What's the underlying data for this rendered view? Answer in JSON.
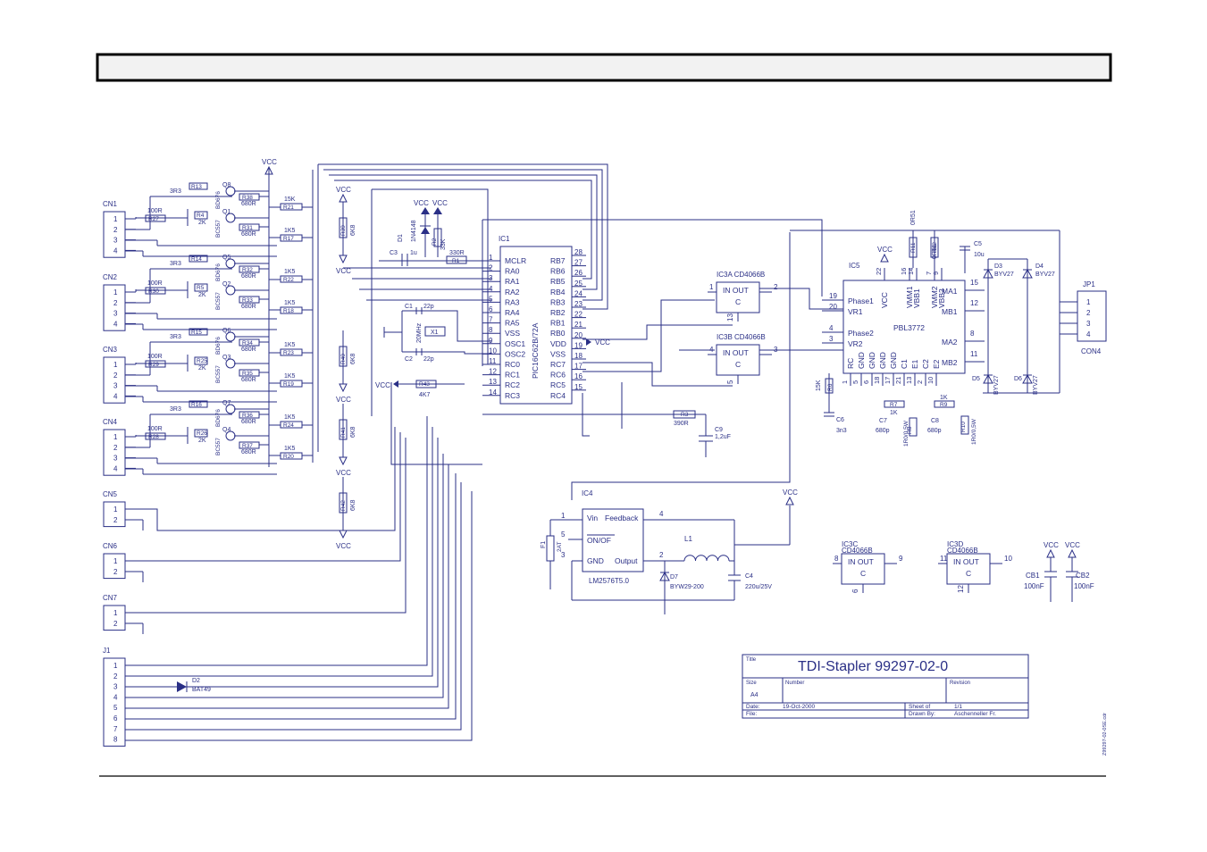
{
  "connectors": [
    {
      "name": "CN1",
      "pins": [
        "1",
        "2",
        "3",
        "4"
      ]
    },
    {
      "name": "CN2",
      "pins": [
        "1",
        "2",
        "3",
        "4"
      ]
    },
    {
      "name": "CN3",
      "pins": [
        "1",
        "2",
        "3",
        "4"
      ]
    },
    {
      "name": "CN4",
      "pins": [
        "1",
        "2",
        "3",
        "4"
      ]
    },
    {
      "name": "CN5",
      "pins": [
        "1",
        "2"
      ]
    },
    {
      "name": "CN6",
      "pins": [
        "1",
        "2"
      ]
    },
    {
      "name": "CN7",
      "pins": [
        "1",
        "2"
      ]
    },
    {
      "name": "J1",
      "pins": [
        "1",
        "2",
        "3",
        "4",
        "5",
        "6",
        "7",
        "8"
      ]
    }
  ],
  "driver_groups": [
    {
      "r_base": "R13",
      "r_base_val": "3R3",
      "q_top": "Q8",
      "q_top_type": "BD676",
      "q_bot": "Q1",
      "q_bot_type": "BC557",
      "r_in": "R27",
      "r_in_val": "100R",
      "trim": "R4",
      "trim_val": "2K",
      "r_e1": "R38",
      "r_e1_val": "680R",
      "r_e2": "R31",
      "r_e2_val": "680R",
      "r_out1": "R21",
      "r_out1_val": "15K",
      "r_out2": "R17",
      "r_out2_val": "1K5"
    },
    {
      "r_base": "R14",
      "r_base_val": "3R3",
      "q_top": "Q5",
      "q_top_type": "BD676",
      "q_bot": "Q2",
      "q_bot_type": "BC557",
      "r_in": "R30",
      "r_in_val": "100R",
      "trim": "R5",
      "trim_val": "2K",
      "r_e1": "R32",
      "r_e1_val": "680R",
      "r_e2": "R33",
      "r_e2_val": "680R",
      "r_out1": "R22",
      "r_out1_val": "1K5",
      "r_out2": "R18",
      "r_out2_val": "1K5"
    },
    {
      "r_base": "R15",
      "r_base_val": "3R3",
      "q_top": "Q6",
      "q_top_type": "BD676",
      "q_bot": "Q3",
      "q_bot_type": "BC557",
      "r_in": "R29",
      "r_in_val": "100R",
      "trim": "R25",
      "trim_val": "2K",
      "r_e1": "R34",
      "r_e1_val": "680R",
      "r_e2": "R35",
      "r_e2_val": "680R",
      "r_out1": "R23",
      "r_out1_val": "1K5",
      "r_out2": "R19",
      "r_out2_val": "1K5"
    },
    {
      "r_base": "R16",
      "r_base_val": "3R3",
      "q_top": "Q7",
      "q_top_type": "BD676",
      "q_bot": "Q4",
      "q_bot_type": "BC557",
      "r_in": "R28",
      "r_in_val": "100R",
      "trim": "R26",
      "trim_val": "2K",
      "r_e1": "R36",
      "r_e1_val": "680R",
      "r_e2": "R37",
      "r_e2_val": "680R",
      "r_out1": "R24",
      "r_out1_val": "1K5",
      "r_out2": "R20",
      "r_out2_val": "1K5"
    }
  ],
  "pullups": [
    {
      "ref": "R39",
      "val": "6K8",
      "net": "VCC"
    },
    {
      "ref": "R40",
      "val": "6K8",
      "net": "VCC"
    },
    {
      "ref": "R41",
      "val": "6K8",
      "net": "VCC"
    },
    {
      "ref": "R42",
      "val": "6K8",
      "net": "VCC"
    }
  ],
  "vcc": "VCC",
  "mcu": {
    "ref": "IC1",
    "part": "PIC16C62B/72A",
    "left_pins": [
      {
        "num": "1",
        "name": "MCLR"
      },
      {
        "num": "2",
        "name": "RA0"
      },
      {
        "num": "3",
        "name": "RA1"
      },
      {
        "num": "4",
        "name": "RA2"
      },
      {
        "num": "5",
        "name": "RA3"
      },
      {
        "num": "6",
        "name": "RA4"
      },
      {
        "num": "7",
        "name": "RA5"
      },
      {
        "num": "8",
        "name": "VSS"
      },
      {
        "num": "9",
        "name": "OSC1"
      },
      {
        "num": "10",
        "name": "OSC2"
      },
      {
        "num": "11",
        "name": "RC0"
      },
      {
        "num": "12",
        "name": "RC1"
      },
      {
        "num": "13",
        "name": "RC2"
      },
      {
        "num": "14",
        "name": "RC3"
      }
    ],
    "right_pins": [
      {
        "num": "28",
        "name": "RB7"
      },
      {
        "num": "27",
        "name": "RB6"
      },
      {
        "num": "26",
        "name": "RB5"
      },
      {
        "num": "25",
        "name": "RB4"
      },
      {
        "num": "24",
        "name": "RB3"
      },
      {
        "num": "23",
        "name": "RB2"
      },
      {
        "num": "22",
        "name": "RB1"
      },
      {
        "num": "21",
        "name": "RB0"
      },
      {
        "num": "20",
        "name": "VDD"
      },
      {
        "num": "19",
        "name": "VSS"
      },
      {
        "num": "18",
        "name": "RC7"
      },
      {
        "num": "17",
        "name": "RC6"
      },
      {
        "num": "16",
        "name": "RC5"
      },
      {
        "num": "15",
        "name": "RC4"
      }
    ]
  },
  "parts": {
    "d1": "D1",
    "d1_val": "1N4148",
    "r2": "R2",
    "r2_val": "33K",
    "r1": "R1",
    "r1_val": "330R",
    "c3": "C3",
    "c3_val": "1u",
    "c1": "C1",
    "c1_val": "22p",
    "c2": "C2",
    "c2_val": "22p",
    "x1": "X1",
    "x1_val": "20MHz",
    "r43": "R43",
    "r43_val": "4K7",
    "r3": "R3",
    "r3_val": "390R",
    "c9": "C9",
    "c9_val": "1,2uF",
    "d2": "D2",
    "d2_val": "BAT49"
  },
  "switches": [
    {
      "ref": "IC3A",
      "part": "CD4066B",
      "io": "IN OUT",
      "ctl": "C",
      "pin_in": "1",
      "pin_out": "2",
      "pin_c": "13"
    },
    {
      "ref": "IC3B",
      "part": "CD4066B",
      "io": "IN OUT",
      "ctl": "C",
      "pin_in": "4",
      "pin_out": "3",
      "pin_c": "5"
    },
    {
      "ref": "IC3C",
      "part": "CD4066B",
      "io": "IN OUT",
      "ctl": "C",
      "pin_in": "8",
      "pin_out": "9",
      "pin_c": "6"
    },
    {
      "ref": "IC3D",
      "part": "CD4066B",
      "io": "IN OUT",
      "ctl": "C",
      "pin_in": "11",
      "pin_out": "10",
      "pin_c": "12"
    }
  ],
  "stepper": {
    "ref": "IC5",
    "part": "PBL3772",
    "left": [
      {
        "num": "19",
        "name": "Phase1"
      },
      {
        "num": "20",
        "name": "VR1"
      },
      {
        "num": "4",
        "name": "Phase2"
      },
      {
        "num": "3",
        "name": "VR2"
      }
    ],
    "right": [
      {
        "num": "15",
        "name": "MA1"
      },
      {
        "num": "12",
        "name": "MB1"
      },
      {
        "num": "8",
        "name": "MA2"
      },
      {
        "num": "11",
        "name": "MB2"
      }
    ],
    "top": [
      {
        "num": "22",
        "name": "VCC"
      },
      {
        "num": "16",
        "name": "VMM1"
      },
      {
        "num": "14",
        "name": "VBB1"
      },
      {
        "num": "7",
        "name": "VMM2"
      },
      {
        "num": "9",
        "name": "VBB2"
      }
    ],
    "bottom": [
      {
        "num": "1",
        "name": "RC"
      },
      {
        "num": "5",
        "name": "GND"
      },
      {
        "num": "6",
        "name": "GND"
      },
      {
        "num": "18",
        "name": "GND"
      },
      {
        "num": "17",
        "name": "GND"
      },
      {
        "num": "21",
        "name": "C1"
      },
      {
        "num": "13",
        "name": "E1"
      },
      {
        "num": "2",
        "name": "C2"
      },
      {
        "num": "10",
        "name": "E2"
      }
    ],
    "r11": "R11",
    "r11_val": "0R51",
    "r12": "R12",
    "r12_val": "0R51",
    "c5": "C5",
    "c5_val": "10u",
    "d3": "D3",
    "d3_val": "BYV27",
    "d4": "D4",
    "d4_val": "BYV27",
    "d5": "D5",
    "d5_val": "BYV27",
    "d6": "D6",
    "d6_val": "BYV27",
    "r6": "R6",
    "r6_val": "15K",
    "c6": "C6",
    "c6_val": "3n3",
    "r7": "R7",
    "r7_val": "1K",
    "c7": "C7",
    "c7_val": "680p",
    "r8": "R8",
    "r8_val": "1R0/0,5W",
    "c8": "C8",
    "c8_val": "680p",
    "r9": "R9",
    "r9_val": "1K",
    "r10": "R10",
    "r10_val": "1R0/0,5W"
  },
  "jp1": {
    "ref": "JP1",
    "pins": [
      "1",
      "2",
      "3",
      "4"
    ],
    "label": "CON4"
  },
  "psu": {
    "ref": "IC4",
    "part": "LM2576T5.0",
    "pins": [
      {
        "num": "1",
        "name": "Vin"
      },
      {
        "num": "4",
        "name": "Feedback"
      },
      {
        "num": "5",
        "name": "ON/OF"
      },
      {
        "num": "3",
        "name": "GND"
      },
      {
        "num": "2",
        "name": "Output"
      }
    ],
    "f1": "F1",
    "f1_val": "2AT",
    "l1": "L1",
    "d7": "D7",
    "d7_val": "BYW29-200",
    "c4": "C4",
    "c4_val": "220u/25V"
  },
  "decoupling": [
    {
      "ref": "CB1",
      "val": "100nF"
    },
    {
      "ref": "CB2",
      "val": "100nF"
    }
  ],
  "titleblock": {
    "title_label": "Title",
    "title": "TDI-Stapler  99297-02-0",
    "size_label": "Size",
    "size": "A4",
    "number_label": "Number",
    "revision_label": "Revision",
    "date_label": "Date:",
    "date": "19-Oct-2000",
    "sheet_label": "Sheet    of",
    "sheet": "1/1",
    "file_label": "File:",
    "drawn_label": "Drawn By:",
    "drawn": "Aschenneller Fr."
  },
  "file_note": "Z99297-02-0SE.cdr"
}
